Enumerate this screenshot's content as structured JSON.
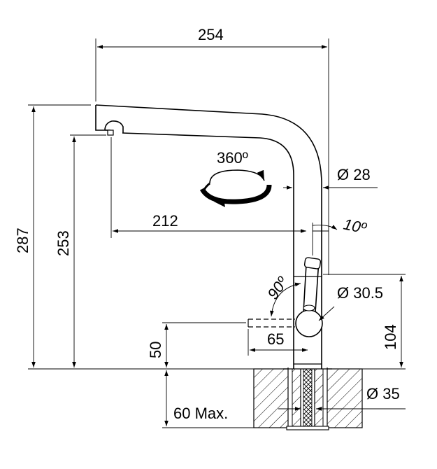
{
  "dimensions": {
    "overall_reach": "254",
    "overall_height": "287",
    "spout_outlet_height": "253",
    "spout_reach": "212",
    "rotation": "360º",
    "spout_diameter": "Ø 28",
    "lever_tilt": "10º",
    "lever_swing": "90º",
    "body_diameter": "Ø 30.5",
    "body_height": "104",
    "lever_clearance": "65",
    "lever_height": "50",
    "hole_diameter": "Ø 35",
    "max_deck_thickness": "60 Max."
  }
}
